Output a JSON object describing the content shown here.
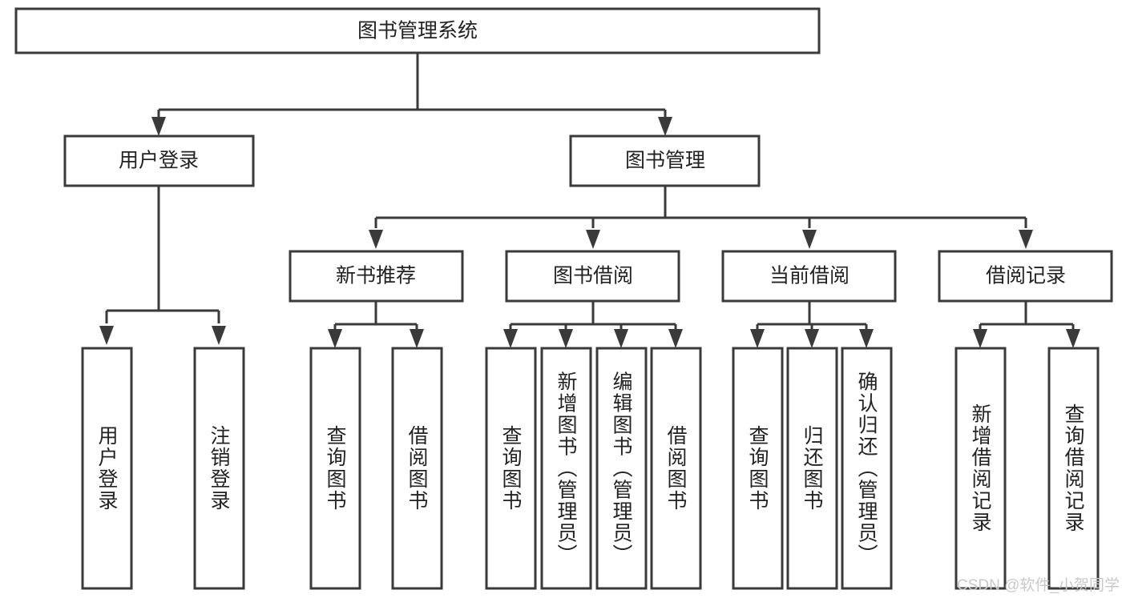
{
  "diagram": {
    "type": "tree-hierarchy-chart",
    "title": "图书管理系统",
    "orientation": "top-down",
    "colors": {
      "box_fill": "#ffffff",
      "box_stroke": "#3a3a3a",
      "text": "#222222",
      "background": "#ffffff",
      "watermark": "#c9c9c9"
    },
    "root": {
      "label": "图书管理系统"
    },
    "level2": [
      {
        "label": "用户登录"
      },
      {
        "label": "图书管理"
      }
    ],
    "level3": [
      {
        "label": "新书推荐"
      },
      {
        "label": "图书借阅"
      },
      {
        "label": "当前借阅"
      },
      {
        "label": "借阅记录"
      }
    ],
    "leaves_user_login": [
      {
        "label": "用户登录"
      },
      {
        "label": "注销登录"
      }
    ],
    "leaves_new_book": [
      {
        "label": "查询图书"
      },
      {
        "label": "借阅图书"
      }
    ],
    "leaves_borrow": [
      {
        "label": "查询图书"
      },
      {
        "label": "新增图书（管理员）"
      },
      {
        "label": "编辑图书（管理员）"
      },
      {
        "label": "借阅图书"
      }
    ],
    "leaves_current": [
      {
        "label": "查询图书"
      },
      {
        "label": "归还图书"
      },
      {
        "label": "确认归还（管理员）"
      }
    ],
    "leaves_records": [
      {
        "label": "新增借阅记录"
      },
      {
        "label": "查询借阅记录"
      }
    ]
  },
  "watermark": {
    "text": "CSDN @软件_小贺同学"
  }
}
